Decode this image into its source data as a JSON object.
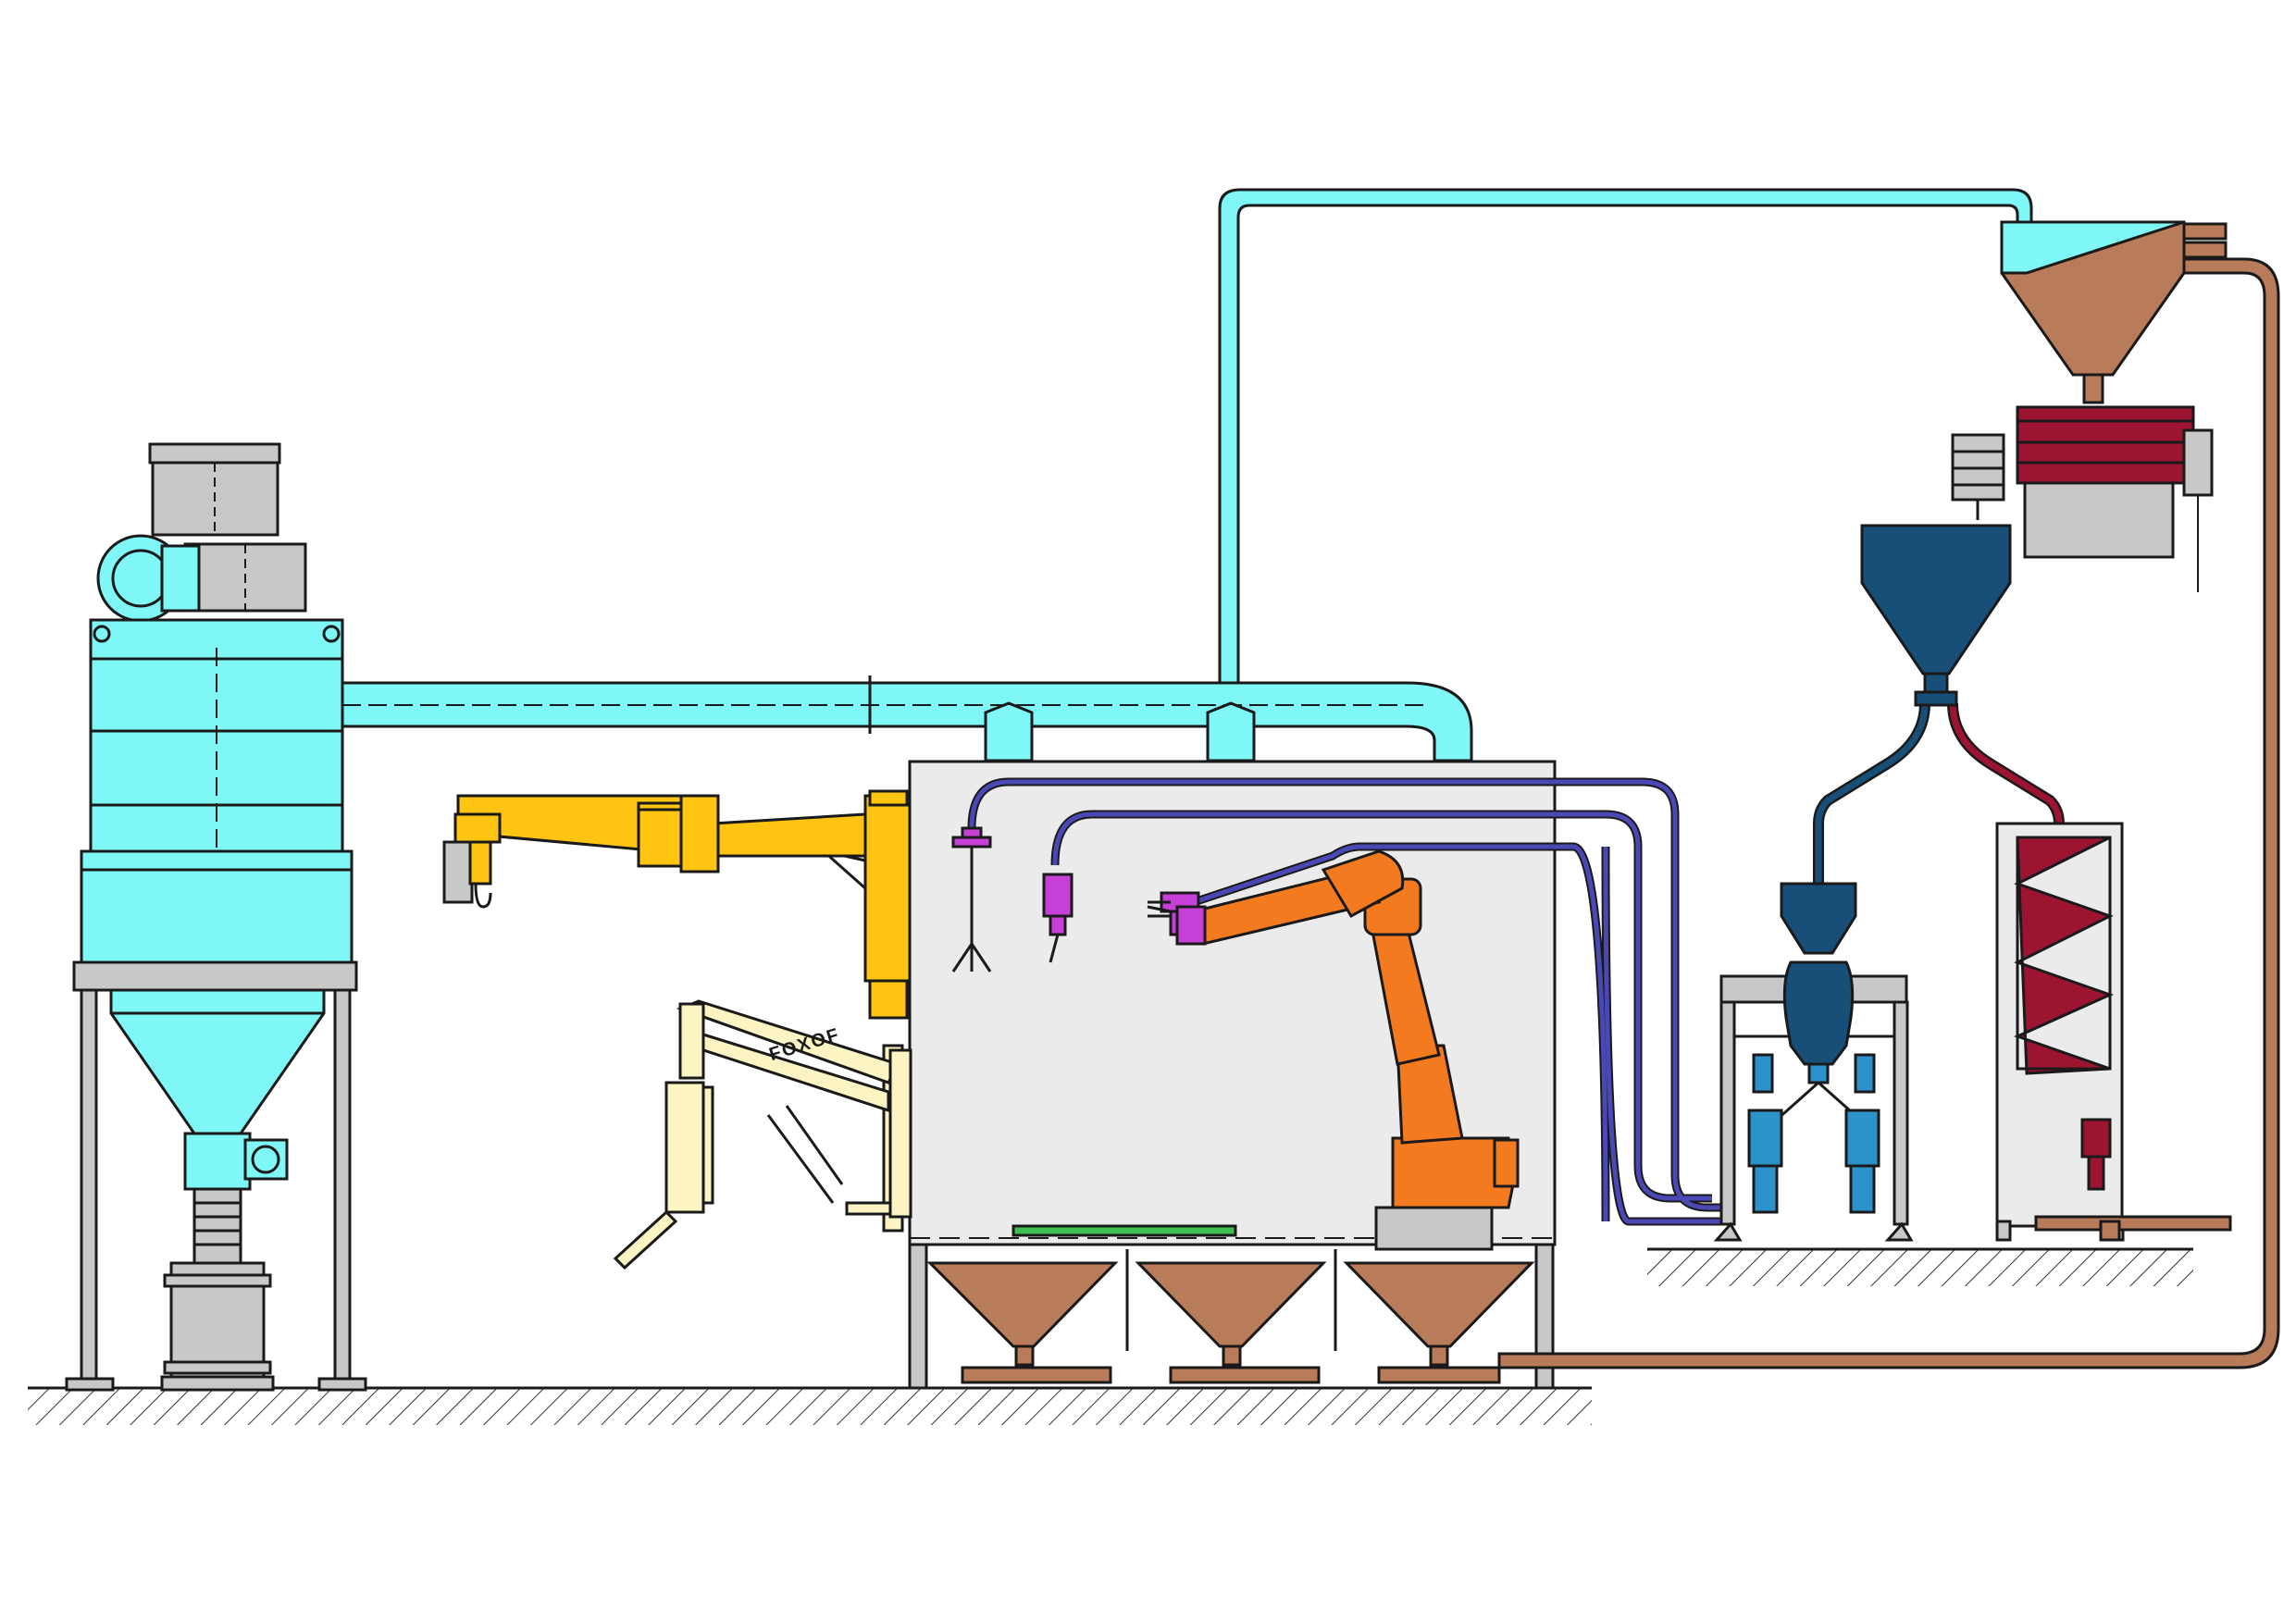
{
  "diagram": {
    "equipment_label": "FOXOF",
    "colors": {
      "cyan": "#7ff7f7",
      "yellow": "#ffc512",
      "cream": "#fcf4c3",
      "orange": "#f47a20",
      "blue_pipe": "#4a48b5",
      "magenta": "#c63fd6",
      "brown": "#b97c5b",
      "dark_blue": "#184f78",
      "maroon": "#9c1431",
      "light_blue": "#2b93c9",
      "gray": "#c8c8c8",
      "booth_gray": "#ebebeb",
      "green": "#3fbf4f",
      "outline": "#1a1a1a"
    },
    "components": [
      {
        "name": "dust-collector-cyclone",
        "label": ""
      },
      {
        "name": "extraction-duct",
        "label": ""
      },
      {
        "name": "crane-arm",
        "label": ""
      },
      {
        "name": "manipulator-arm",
        "label": "FOXOF"
      },
      {
        "name": "blasting-booth",
        "label": ""
      },
      {
        "name": "industrial-robot",
        "label": ""
      },
      {
        "name": "booth-hoppers",
        "label": ""
      },
      {
        "name": "return-conveyor",
        "label": ""
      },
      {
        "name": "sieve-separator",
        "label": ""
      },
      {
        "name": "storage-hopper",
        "label": ""
      },
      {
        "name": "pressure-vessel-unit",
        "label": ""
      },
      {
        "name": "screw-classifier",
        "label": ""
      }
    ]
  }
}
